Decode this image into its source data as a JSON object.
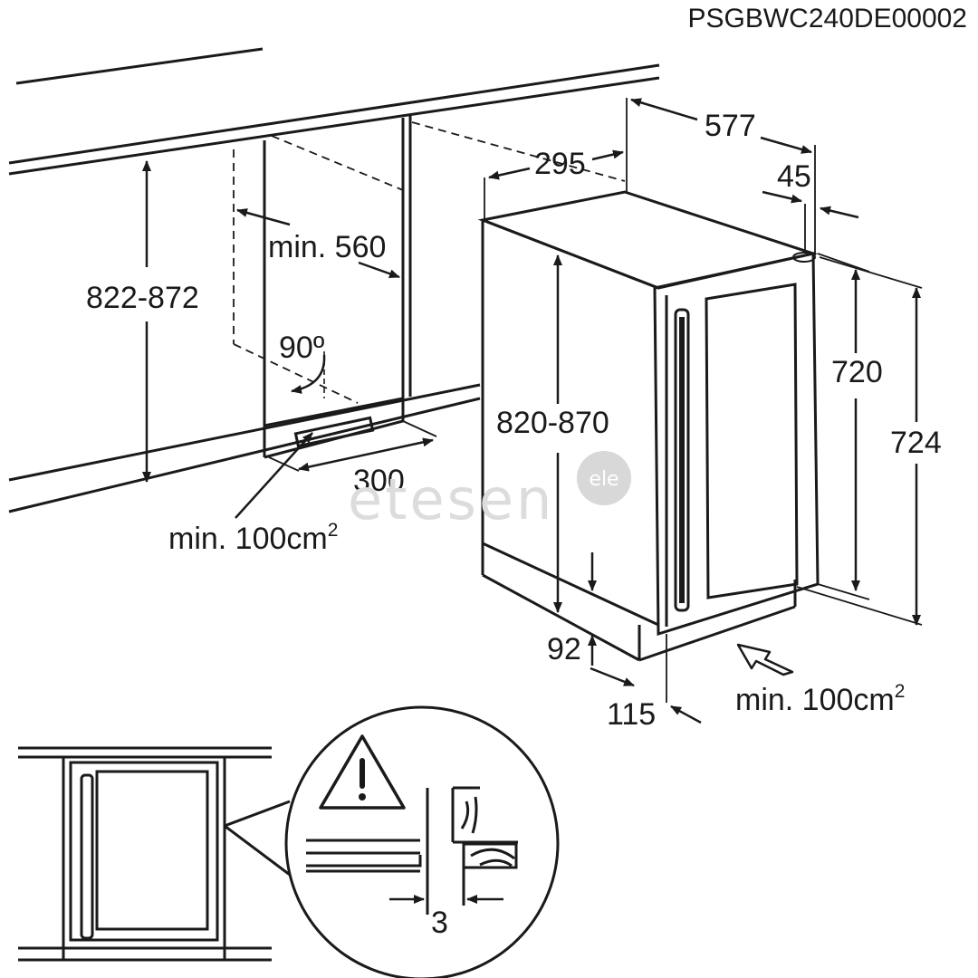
{
  "header": {
    "code": "PSGBWC240DE00002"
  },
  "watermark": {
    "text": "etesen",
    "badge": "ele"
  },
  "dimensions": {
    "d577": "577",
    "d295": "295",
    "d45": "45",
    "d_min560": "min. 560",
    "d822_872": "822-872",
    "d90": "90º",
    "d820_870": "820-870",
    "d720": "720",
    "d724": "724",
    "d300": "300",
    "d92": "92",
    "d115": "115",
    "d3": "3"
  },
  "vents": {
    "left_prefix": "min. 100cm",
    "left_sup": "2",
    "right_prefix": "min. 100cm",
    "right_sup": "2"
  },
  "icons": {
    "warning": "warning-triangle-icon"
  }
}
